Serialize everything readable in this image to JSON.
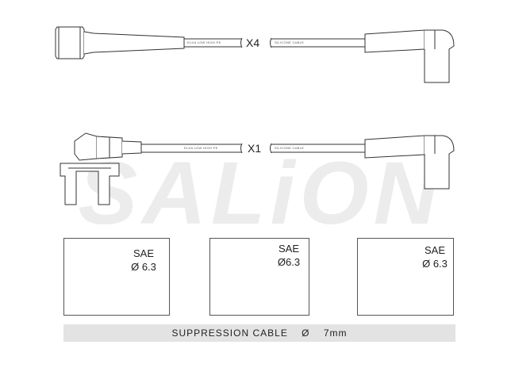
{
  "brand": {
    "watermark_text": "SALiON",
    "colors": {
      "line": "#333333",
      "watermark": "#e8e8e8",
      "footer_bg": "#e3e3e3",
      "cap": "#111111"
    }
  },
  "cables": [
    {
      "multiplier": "X4",
      "print_left": "ELKA LOW  HIGH PE",
      "print_right": "SILICONE CABLE"
    },
    {
      "multiplier": "X1",
      "print_left": "ELKA LOW  HIGH PE",
      "print_right": "SILICONE CABLE"
    }
  ],
  "terminals": [
    {
      "type": "spark-plug",
      "sae_label": "SAE",
      "diameter": "Ø 6.3"
    },
    {
      "type": "coil-cap-2",
      "sae_label": "SAE",
      "diameter": "Ø6.3"
    },
    {
      "type": "distributor-cap-4",
      "sae_label": "SAE",
      "diameter": "Ø 6.3"
    }
  ],
  "footer": {
    "label": "SUPPRESSION CABLE",
    "symbol": "Ø",
    "size": "7mm"
  }
}
